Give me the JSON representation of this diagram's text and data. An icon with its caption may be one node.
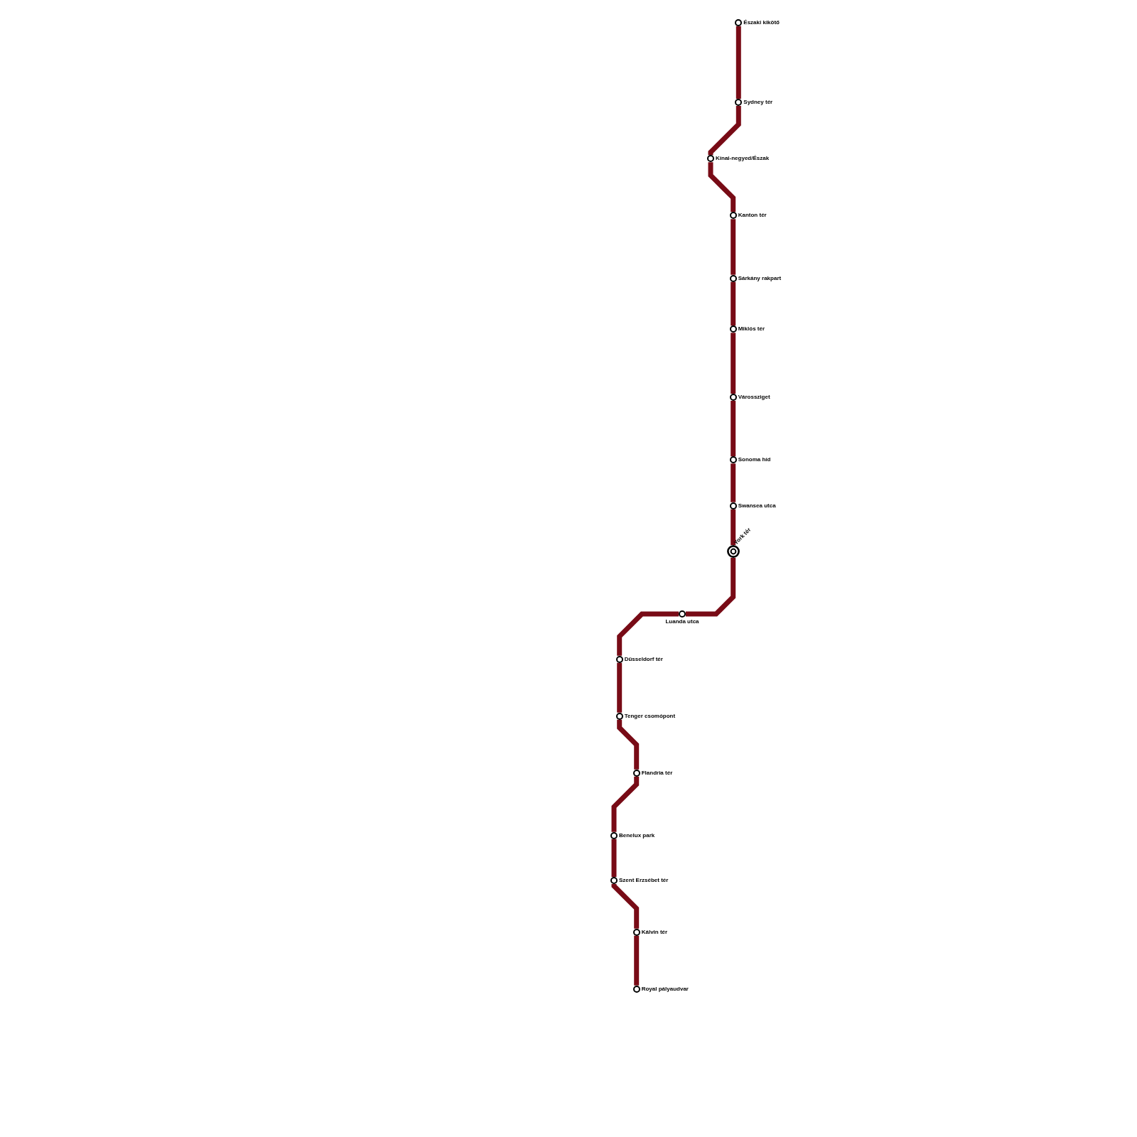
{
  "diagram": {
    "nodes": [
      {
        "text": [
          "Északi kikötő"
        ]
      },
      {
        "text": [
          "Sydney tér"
        ]
      },
      {
        "text": [
          "Kínai-negyed/Észak"
        ]
      },
      {
        "text": [
          "Kanton tér"
        ]
      },
      {
        "text": [
          "Sárkány rakpart"
        ]
      },
      {
        "text": [
          "Miklós tér"
        ]
      },
      {
        "text": [
          "Várossziget"
        ]
      },
      {
        "text": [
          "Sonoma híd"
        ]
      },
      {
        "text": [
          "Swansea utca"
        ]
      },
      {
        "text": [
          "York tér"
        ]
      },
      {
        "text": [
          "Luanda utca"
        ]
      },
      {
        "text": [
          "Düsseldorf tér"
        ]
      },
      {
        "text": [
          "Tenger csomópont"
        ]
      },
      {
        "text": [
          "Flandria tér"
        ]
      },
      {
        "text": [
          "Benelux park"
        ]
      },
      {
        "text": [
          "Szent Erzsébet tér"
        ]
      },
      {
        "text": [
          "Kálvin tér"
        ]
      },
      {
        "text": [
          "Royal pályaudvar"
        ]
      }
    ],
    "edges": [
      {
        "from": 0,
        "to": 1,
        "arrow": "none"
      },
      {
        "from": 1,
        "to": 2,
        "arrow": "none"
      },
      {
        "from": 2,
        "to": 3,
        "arrow": "none"
      },
      {
        "from": 3,
        "to": 4,
        "arrow": "none"
      },
      {
        "from": 4,
        "to": 5,
        "arrow": "none"
      },
      {
        "from": 5,
        "to": 6,
        "arrow": "none"
      },
      {
        "from": 6,
        "to": 7,
        "arrow": "none"
      },
      {
        "from": 7,
        "to": 8,
        "arrow": "none"
      },
      {
        "from": 8,
        "to": 9,
        "arrow": "none"
      },
      {
        "from": 9,
        "to": 10,
        "arrow": "none"
      },
      {
        "from": 10,
        "to": 11,
        "arrow": "none"
      },
      {
        "from": 11,
        "to": 12,
        "arrow": "none"
      },
      {
        "from": 12,
        "to": 13,
        "arrow": "none"
      },
      {
        "from": 13,
        "to": 14,
        "arrow": "none"
      },
      {
        "from": 14,
        "to": 15,
        "arrow": "none"
      },
      {
        "from": 15,
        "to": 16,
        "arrow": "none"
      },
      {
        "from": 16,
        "to": 17,
        "arrow": "none"
      }
    ]
  }
}
